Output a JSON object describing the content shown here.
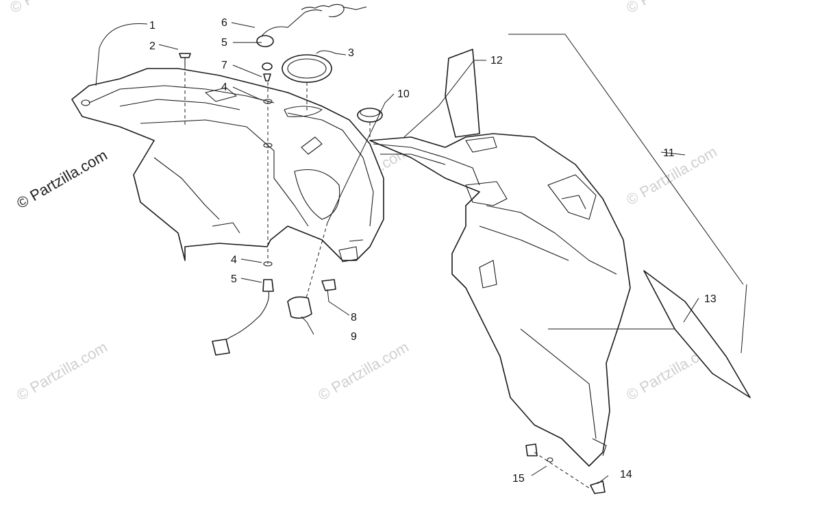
{
  "diagram": {
    "callouts": [
      {
        "id": "1",
        "label": "1"
      },
      {
        "id": "2",
        "label": "2"
      },
      {
        "id": "3",
        "label": "3"
      },
      {
        "id": "4a",
        "label": "4"
      },
      {
        "id": "4b",
        "label": "4"
      },
      {
        "id": "5a",
        "label": "5"
      },
      {
        "id": "5b",
        "label": "5"
      },
      {
        "id": "6",
        "label": "6"
      },
      {
        "id": "7",
        "label": "7"
      },
      {
        "id": "8",
        "label": "8"
      },
      {
        "id": "9",
        "label": "9"
      },
      {
        "id": "10",
        "label": "10"
      },
      {
        "id": "11",
        "label": "11"
      },
      {
        "id": "12",
        "label": "12"
      },
      {
        "id": "13",
        "label": "13"
      },
      {
        "id": "14",
        "label": "14"
      },
      {
        "id": "15",
        "label": "15"
      }
    ]
  },
  "watermark": {
    "main": "© Partzilla.com",
    "faint": "© Partzilla.com"
  }
}
